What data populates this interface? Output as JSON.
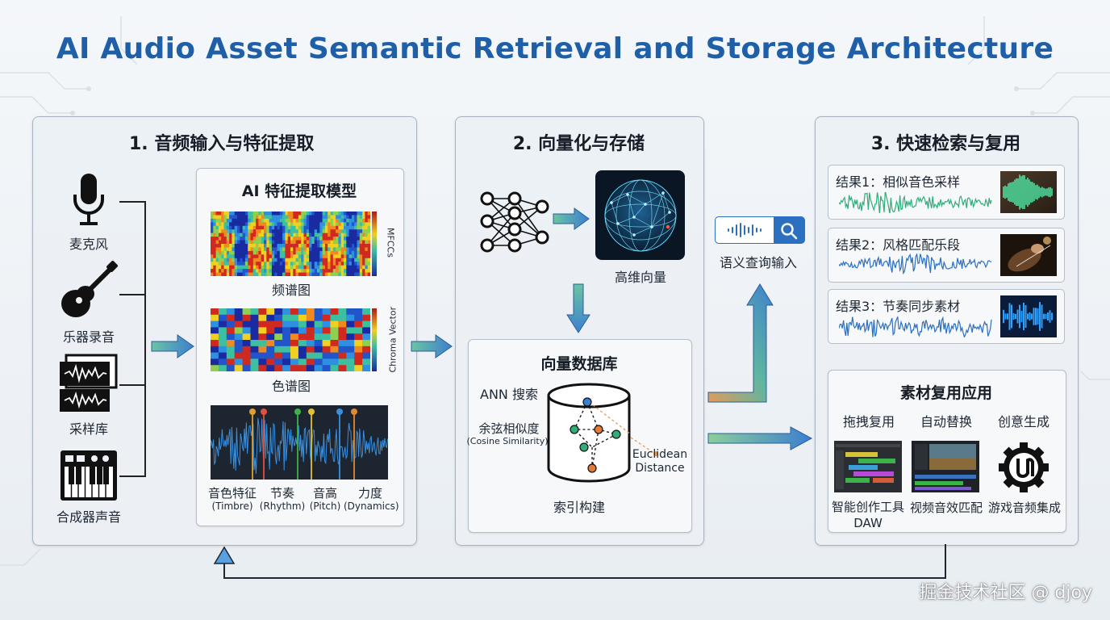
{
  "title": "AI Audio Asset Semantic Retrieval and Storage Architecture",
  "stage1": {
    "title": "1. 音频输入与特征提取",
    "sources": [
      {
        "icon": "microphone-icon",
        "label": "麦克风"
      },
      {
        "icon": "guitar-icon",
        "label": "乐器录音"
      },
      {
        "icon": "sample-library-icon",
        "label": "采样库"
      },
      {
        "icon": "synthesizer-icon",
        "label": "合成器声音"
      }
    ],
    "model": {
      "title": "AI 特征提取模型",
      "spectrogram_label": "频谱图",
      "spectrogram_axis": "MFCCs",
      "chroma_label": "色谱图",
      "chroma_axis": "Chroma Vector",
      "features": [
        {
          "zh": "音色特征",
          "en": "(Timbre)"
        },
        {
          "zh": "节奏",
          "en": "(Rhythm)"
        },
        {
          "zh": "音高",
          "en": "(Pitch)"
        },
        {
          "zh": "力度",
          "en": "(Dynamics)"
        }
      ]
    }
  },
  "stage2": {
    "title": "2. 向量化与存储",
    "vector_label": "高维向量",
    "db": {
      "title": "向量数据库",
      "ann": "ANN 搜索",
      "cosine": "余弦相似度",
      "cosine_en": "(Cosine Similarity)",
      "euclidean": "Euclidean Distance",
      "index": "索引构建"
    }
  },
  "query": {
    "label": "语义查询输入"
  },
  "stage3": {
    "title": "3. 快速检索与复用",
    "results": [
      {
        "label": "结果1：相似音色采样",
        "color": "#2fae7a"
      },
      {
        "label": "结果2：风格匹配乐段",
        "color": "#2b6fc0"
      },
      {
        "label": "结果3：节奏同步素材",
        "color": "#2b6fc0"
      }
    ],
    "reuse": {
      "title": "素材复用应用",
      "actions": [
        "拖拽复用",
        "自动替换",
        "创意生成"
      ],
      "apps": [
        "智能创作工具 DAW",
        "视频音效匹配",
        "游戏音频集成"
      ]
    }
  },
  "watermark": "掘金技术社区 @ djoy",
  "colors": {
    "title": "#1f5fa8",
    "arrow_teal": "#4fb3a6",
    "arrow_blue": "#3c7fd0",
    "arrow_orange": "#e39a5a"
  }
}
